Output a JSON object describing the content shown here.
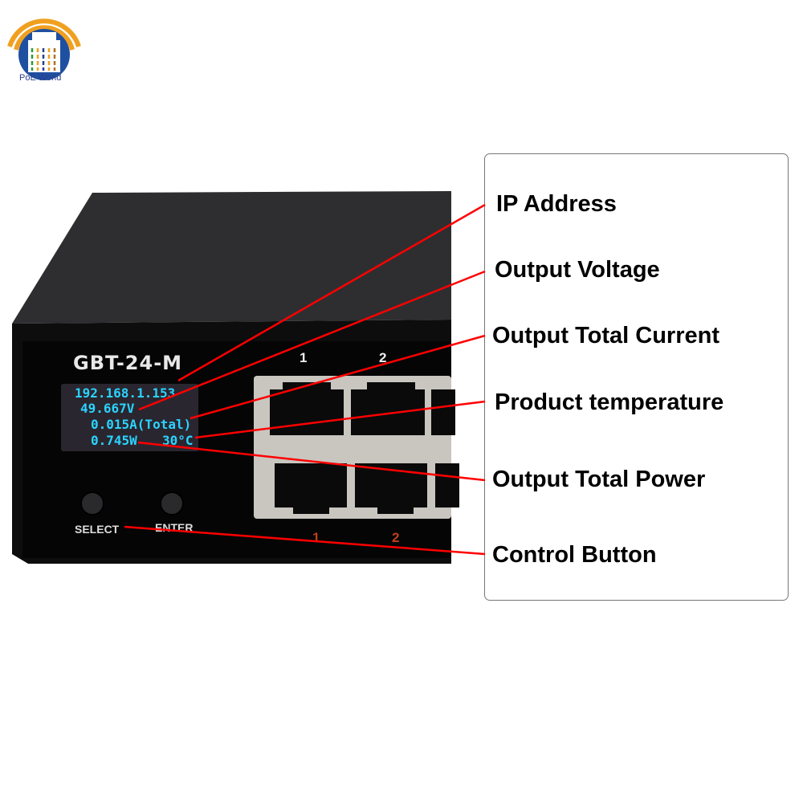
{
  "logo": {
    "text": "PoE World"
  },
  "device": {
    "model": "GBT-24-M",
    "display": {
      "ip": "192.168.1.153",
      "voltage": "49.667V",
      "current": "0.015A(Total)",
      "power": "0.745W",
      "temperature": "30°C"
    },
    "buttons": [
      {
        "label": "SELECT"
      },
      {
        "label": "ENTER"
      }
    ],
    "top_port_numbers": [
      "1",
      "2"
    ],
    "bottom_port_numbers": [
      "1",
      "2"
    ]
  },
  "callouts": [
    {
      "label": "IP Address"
    },
    {
      "label": "Output Voltage"
    },
    {
      "label": "Output Total Current"
    },
    {
      "label": "Product temperature"
    },
    {
      "label": "Output Total Power"
    },
    {
      "label": "Control Button"
    }
  ],
  "colors": {
    "leader_line": "#ff0000",
    "oled_text": "#2ad4ff",
    "logo_blue": "#2a3f8f",
    "logo_orange": "#f0a020"
  }
}
